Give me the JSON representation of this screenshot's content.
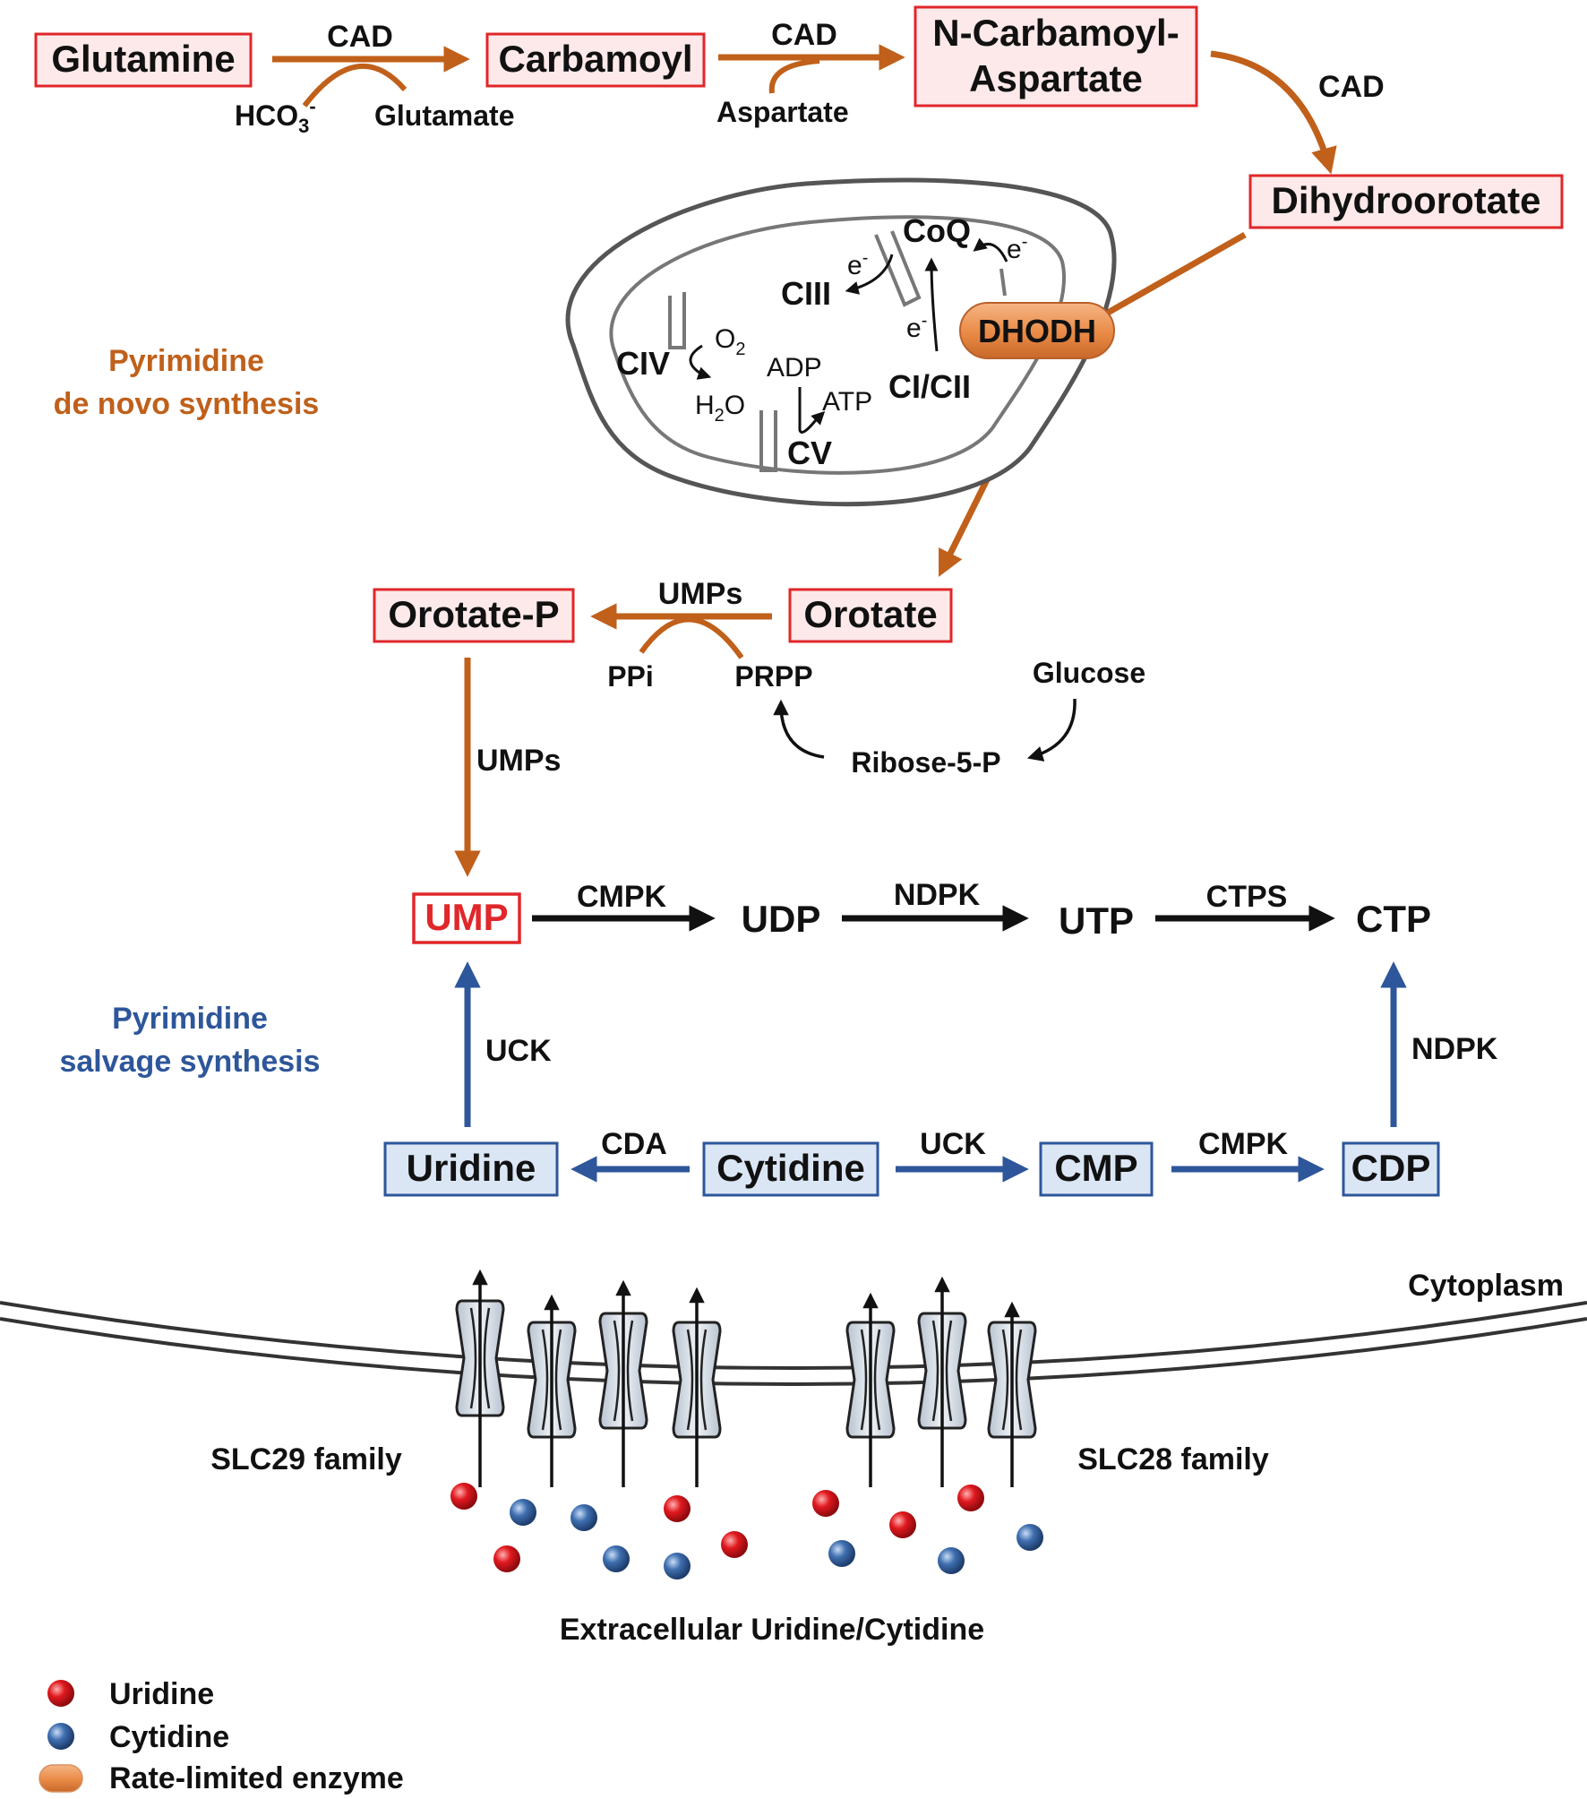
{
  "colors": {
    "denovo": "#c0601a",
    "salvage": "#2e569a",
    "black": "#111111",
    "red_box_border": "#e0272a",
    "red_box_fill": "#fde9e9",
    "blue_box_border": "#2e569a",
    "blue_box_fill": "#dbe6f5",
    "uridine_dot": "#e0191f",
    "cytidine_dot": "#3f6fb0",
    "enzyme_fill": "#e98a46"
  },
  "nodes": {
    "glutamine": "Glutamine",
    "carbamoyl": "Carbamoyl",
    "n_carbamoyl_1": "N-Carbamoyl-",
    "n_carbamoyl_2": "Aspartate",
    "dihydroorotate": "Dihydroorotate",
    "orotate": "Orotate",
    "orotate_p": "Orotate-P",
    "ump": "UMP",
    "udp": "UDP",
    "utp": "UTP",
    "ctp": "CTP",
    "uridine": "Uridine",
    "cytidine": "Cytidine",
    "cmp": "CMP",
    "cdp": "CDP"
  },
  "enzymes": {
    "cad1": "CAD",
    "cad2": "CAD",
    "cad3": "CAD",
    "umps1": "UMPs",
    "umps2": "UMPs",
    "cmpk1": "CMPK",
    "ndpk1": "NDPK",
    "ctps": "CTPS",
    "uck1": "UCK",
    "ndpk2": "NDPK",
    "cda": "CDA",
    "uck2": "UCK",
    "cmpk2": "CMPK"
  },
  "cosubstrates": {
    "hco3": "HCO",
    "hco3_sub": "3",
    "hco3_sup": "-",
    "glutamate": "Glutamate",
    "aspartate": "Aspartate",
    "ppi": "PPi",
    "prpp": "PRPP",
    "glucose": "Glucose",
    "ribose": "Ribose-5-P"
  },
  "mitochondrion": {
    "dhodh": "DHODH",
    "coq": "CoQ",
    "ciii": "CIII",
    "civ": "CIV",
    "cv": "CV",
    "cicii": "CI/CII",
    "e": "e",
    "e_sup": "-",
    "o2": "O",
    "o2_sub": "2",
    "h2o_h": "H",
    "h2o_sub": "2",
    "h2o_o": "O",
    "adp": "ADP",
    "atp": "ATP"
  },
  "side_labels": {
    "denovo_1": "Pyrimidine",
    "denovo_2": "de novo synthesis",
    "salvage_1": "Pyrimidine",
    "salvage_2": "salvage synthesis"
  },
  "membrane": {
    "cytoplasm": "Cytoplasm",
    "slc29": "SLC29 family",
    "slc28": "SLC28 family",
    "extracellular": "Extracellular Uridine/Cytidine"
  },
  "legend": {
    "uridine": "Uridine",
    "cytidine": "Cytidine",
    "enzyme": "Rate-limited enzyme"
  }
}
